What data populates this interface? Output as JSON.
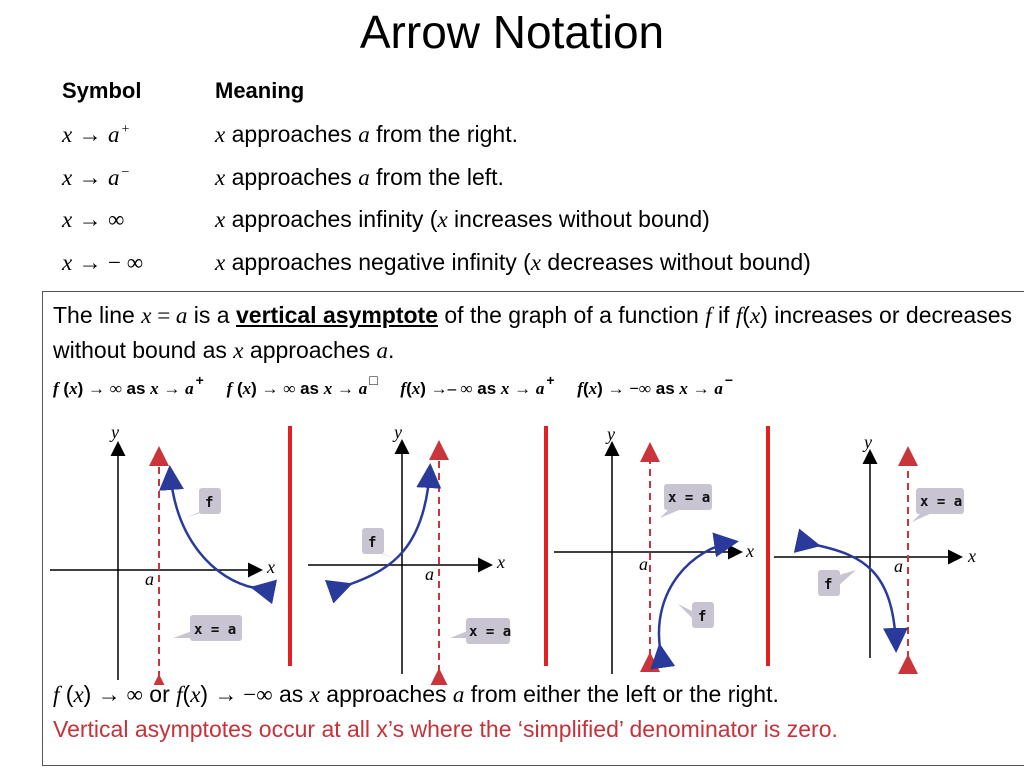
{
  "title": "Arrow Notation",
  "table": {
    "headers": {
      "symbol": "Symbol",
      "meaning": "Meaning"
    },
    "rows": [
      {
        "sym_var": "x",
        "sym_arrow": "→",
        "sym_target": "a",
        "sym_sup": "+",
        "m_var": "x",
        "m_text1": " approaches ",
        "m_a": "a",
        "m_text2": " from the right."
      },
      {
        "sym_var": "x",
        "sym_arrow": "→",
        "sym_target": "a",
        "sym_sup": "−",
        "m_var": "x",
        "m_text1": " approaches ",
        "m_a": "a",
        "m_text2": " from the left."
      },
      {
        "sym_var": "x",
        "sym_arrow": "→",
        "sym_target": "∞",
        "m_var": "x",
        "m_text1": " approaches infinity (",
        "m_x2": "x",
        "m_text2": " increases without bound)"
      },
      {
        "sym_var": "x",
        "sym_arrow": "→",
        "sym_target": "− ∞",
        "m_var": "x",
        "m_text1": " approaches negative infinity (",
        "m_x2": "x",
        "m_text2": " decreases without bound)"
      }
    ]
  },
  "definition": {
    "t1": "The line ",
    "v1": "x",
    "eq": " = ",
    "v2": "a",
    "t2": " is a ",
    "term": "vertical asymptote",
    "t3": " of the graph of a function ",
    "f1": "f",
    "t4": " if ",
    "f2": "f",
    "t5": "(",
    "x3": "x",
    "t6": ") increases or decreases without bound as ",
    "x4": "x",
    "t7": " approaches ",
    "a3": "a",
    "t8": "."
  },
  "limits": [
    {
      "f": "f",
      "x": "x",
      "arrow_to": "∞",
      "as": " as ",
      "x2": "x",
      "a": "a",
      "sup": "+"
    },
    {
      "f": "f",
      "x": "x",
      "arrow_to": "∞",
      "as": " as ",
      "x2": "x",
      "a": "a",
      "sup": "□"
    },
    {
      "f": "f",
      "x": "x",
      "arrow_to": "– ∞",
      "as": "  as ",
      "x2": "x",
      "a": "a",
      "sup": "+"
    },
    {
      "f": "f",
      "x": "x",
      "arrow_to": " −∞",
      "as": " as ",
      "x2": "x",
      "a": "a",
      "sup": "−"
    }
  ],
  "graphs": {
    "axis_y": "y",
    "axis_x": "x",
    "point_a": "a",
    "curve_label": "f",
    "asymptote_label": "x = a",
    "colors": {
      "curve": "#2a3a9a",
      "asymptote": "#c9353a",
      "separator": "#e32020",
      "callout": "#c8c4d2"
    }
  },
  "bottom": {
    "f1": "f",
    "p1": " (",
    "x1": "x",
    "p2": ") ",
    "arrow1": "→ ∞",
    "or": " or ",
    "f2": "f",
    "p3": "(",
    "x2": "x",
    "p4": ") ",
    "arrow2": "→ −∞",
    "t1": " as ",
    "x3": "x",
    "t2": " approaches ",
    "a": "a",
    "t3": " from either the left or the right."
  },
  "note": "Vertical asymptotes occur at all x’s  where the ‘simplified’ denominator is zero."
}
